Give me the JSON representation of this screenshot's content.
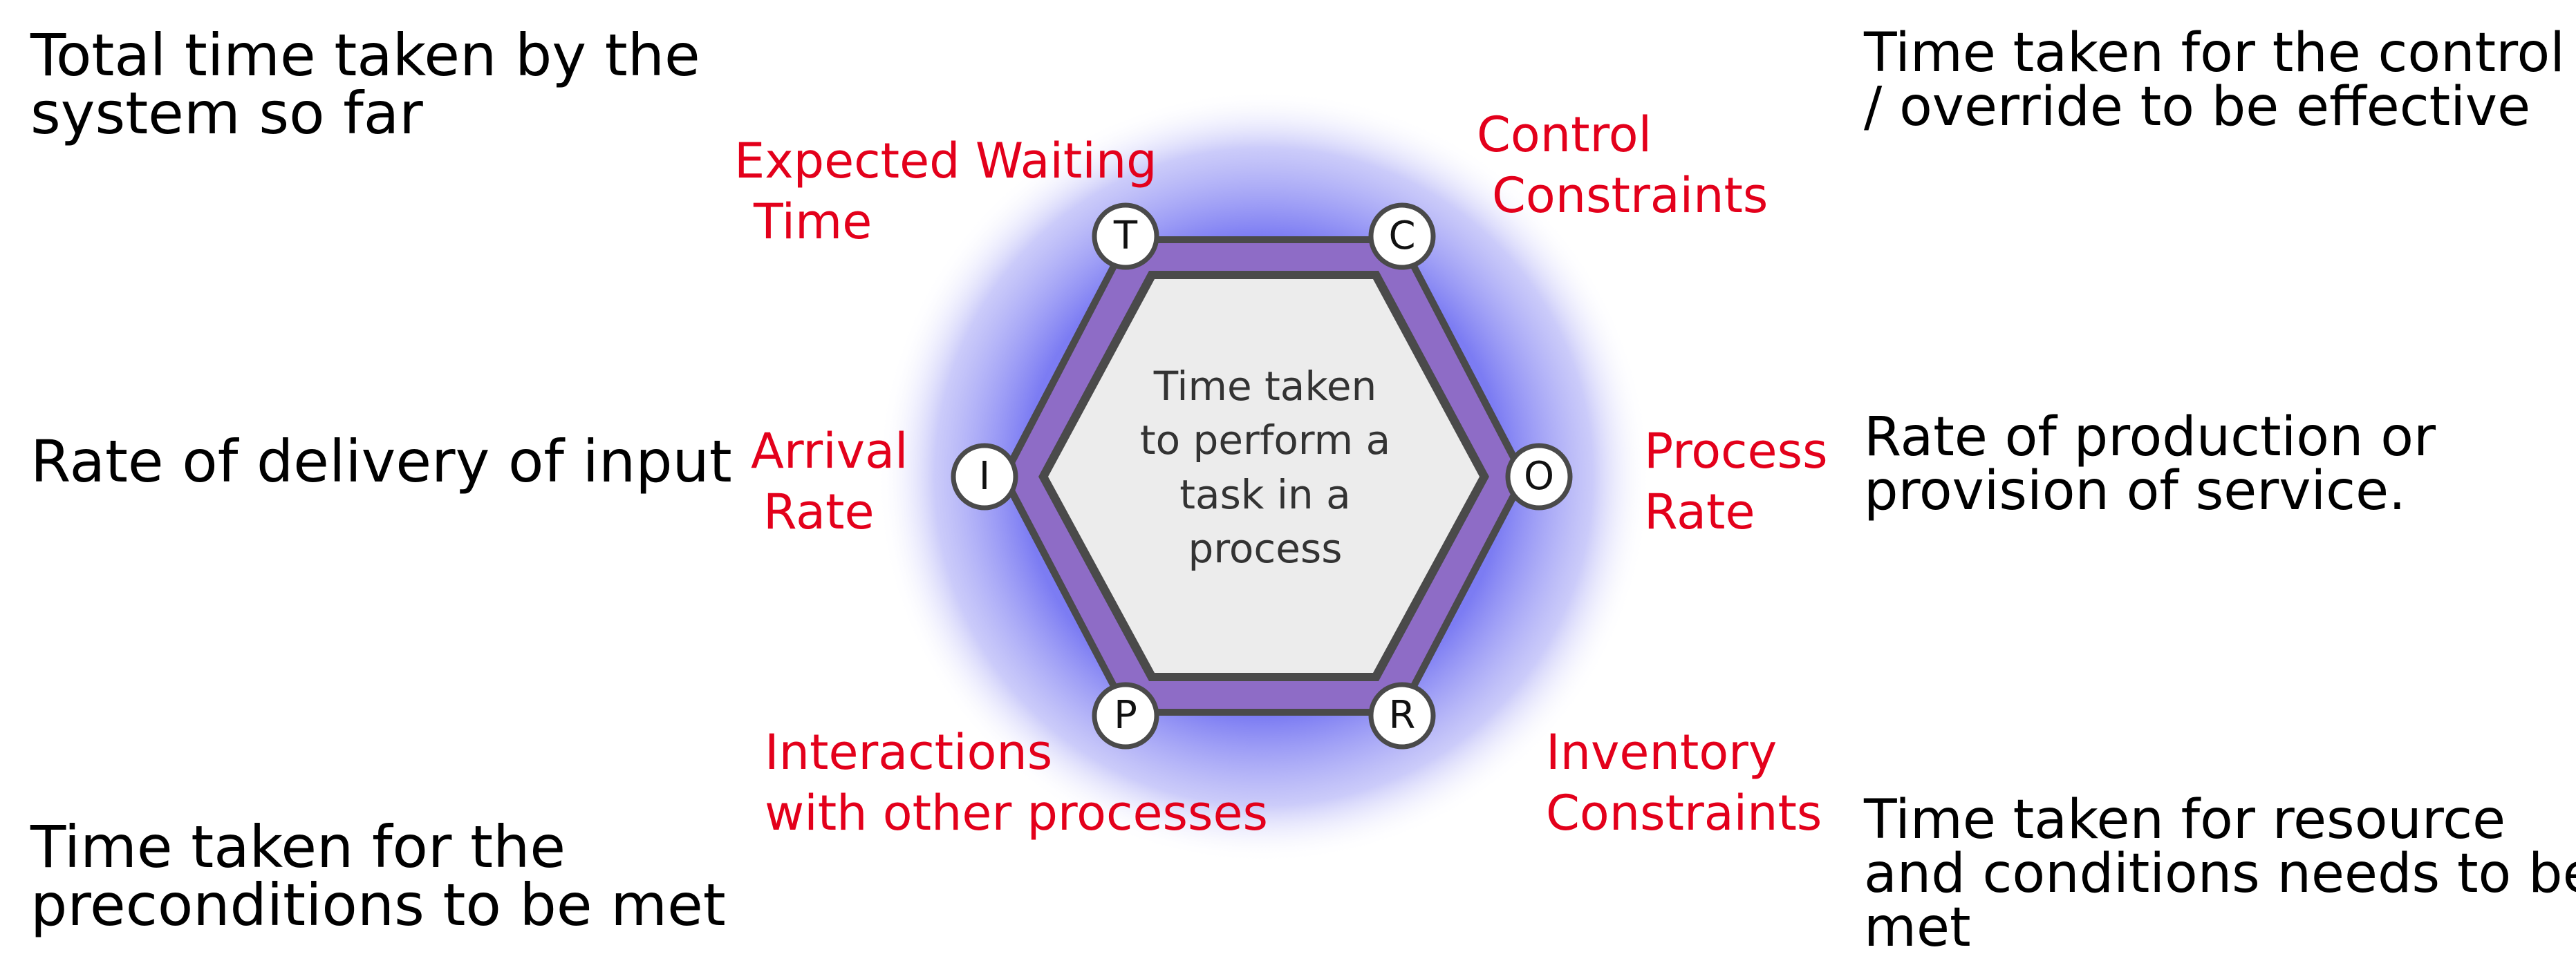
{
  "center": {
    "lines": [
      "Time taken",
      "to perform a",
      "task in a",
      "process"
    ]
  },
  "nodes": {
    "T": "T",
    "C": "C",
    "I": "I",
    "O": "O",
    "P": "P",
    "R": "R"
  },
  "labels": {
    "expected_waiting_time": [
      "Expected Waiting",
      "Time"
    ],
    "control_constraints": [
      "Control",
      "Constraints"
    ],
    "arrival_rate": [
      "Arrival",
      "Rate"
    ],
    "process_rate": [
      "Process",
      "Rate"
    ],
    "interactions": [
      "Interactions",
      "with other processes"
    ],
    "inventory_constraints": [
      "Inventory",
      "Constraints"
    ]
  },
  "descriptions": {
    "top_left": [
      "Total time taken by the",
      "system so far"
    ],
    "middle_left": [
      "Rate of delivery of input"
    ],
    "bottom_left": [
      "Time taken for the",
      "preconditions to be met"
    ],
    "top_right": [
      "Time taken for the control",
      "/ override to be effective"
    ],
    "middle_right": [
      "Rate of production or",
      "provision of service."
    ],
    "bottom_right": [
      "Time taken for resource",
      "and conditions needs to be",
      "met"
    ]
  },
  "colors": {
    "glow": "#6f6ff0",
    "hex_band": "#8e6cc6",
    "hex_border": "#4a4a4a",
    "hex_fill": "#ececec",
    "label_red": "#e3001b",
    "node_fill": "#ffffff"
  }
}
